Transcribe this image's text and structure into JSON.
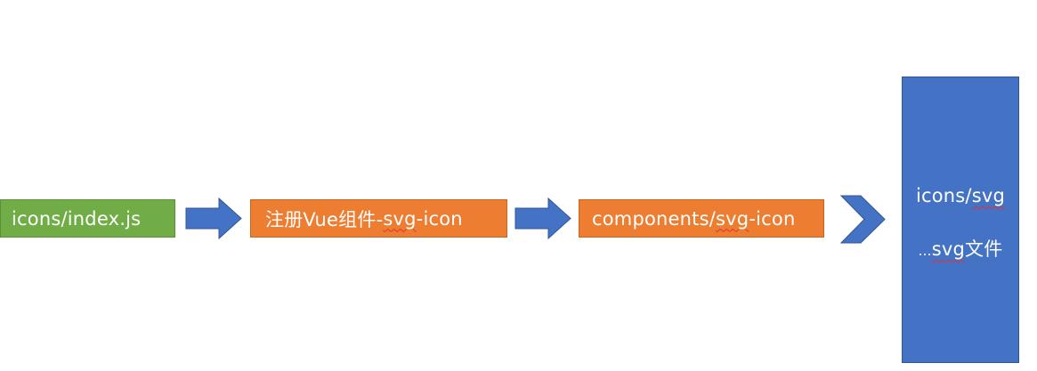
{
  "colors": {
    "green": "#70ad47",
    "orange": "#ed7d31",
    "blue": "#4472c4",
    "text": "#ffffff",
    "spellcheck": "#e03030"
  },
  "nodes": {
    "index_js": {
      "label": "icons/index.js"
    },
    "register": {
      "prefix": "注册Vue组件-",
      "squiggle": "svg",
      "suffix": "-icon"
    },
    "component": {
      "prefix": "components/",
      "squiggle": "svg",
      "suffix": "-icon"
    },
    "svg_folder": {
      "line1_prefix": "icons/",
      "line1_squiggle": "svg",
      "line2_prefix": "…",
      "line2_squiggle": "svg",
      "line2_suffix": "文件"
    }
  },
  "arrows": [
    {
      "from": "icons/index.js",
      "to": "注册Vue组件-svg-icon",
      "icon": "block-arrow-right"
    },
    {
      "from": "注册Vue组件-svg-icon",
      "to": "components/svg-icon",
      "icon": "block-arrow-right"
    },
    {
      "from": "components/svg-icon",
      "to": "icons/svg",
      "icon": "chevron-right"
    }
  ]
}
